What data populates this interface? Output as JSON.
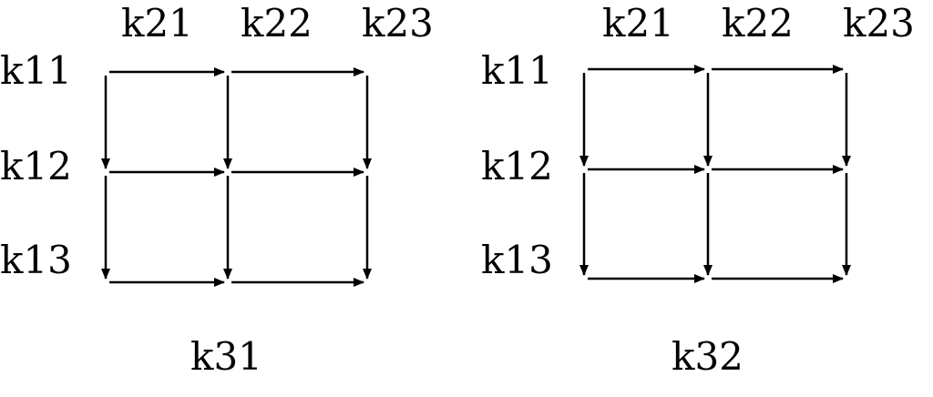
{
  "colors": {
    "ink": "#000000",
    "background": "#ffffff"
  },
  "panels": [
    {
      "name": "panel-k31",
      "caption": "k31",
      "column_labels": [
        "k21",
        "k22",
        "k23"
      ],
      "row_labels": [
        "k11",
        "k12",
        "k13"
      ]
    },
    {
      "name": "panel-k32",
      "caption": "k32",
      "column_labels": [
        "k21",
        "k22",
        "k23"
      ],
      "row_labels": [
        "k11",
        "k12",
        "k13"
      ]
    }
  ]
}
